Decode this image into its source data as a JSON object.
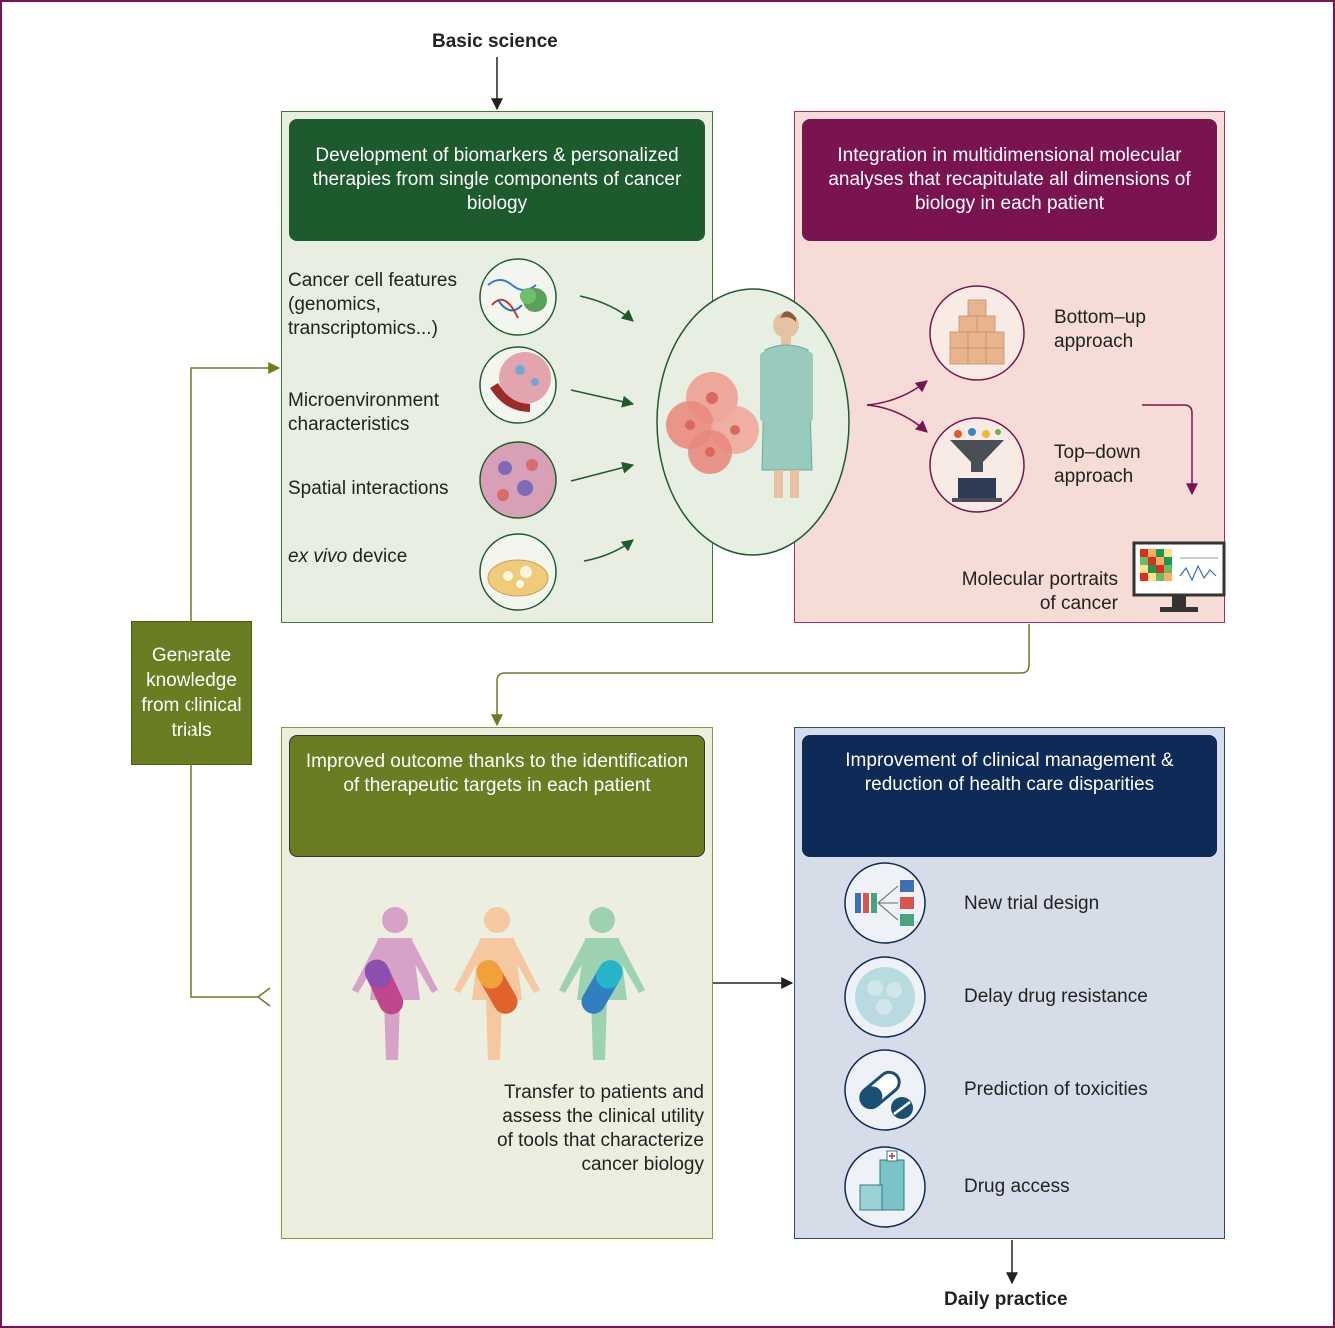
{
  "top_label": "Basic science",
  "bottom_label": "Daily practice",
  "side_box": "Generate knowledge from clinical trials",
  "panel_green": {
    "title": "Development of biomarkers & personalized therapies from single components of cancer biology",
    "items": [
      {
        "line1": "Cancer cell features",
        "line2": "(genomics,",
        "line3": "transcriptomics...)"
      },
      {
        "line1": "Microenvironment",
        "line2": "characteristics"
      },
      {
        "line1": "Spatial interactions"
      },
      {
        "italic": "ex vivo",
        "rest": " device"
      }
    ]
  },
  "panel_pink": {
    "title": "Integration in multidimensional molecular analyses that recapitulate all dimensions of biology in each patient",
    "bottom_up": [
      "Bottom–up",
      "approach"
    ],
    "top_down": [
      "Top–down",
      "approach"
    ],
    "portraits": [
      "Molecular portraits",
      "of cancer"
    ]
  },
  "panel_olive": {
    "title": "Improved outcome thanks to the identification of therapeutic targets in each patient",
    "transfer": [
      "Transfer to patients and",
      "assess the clinical utility",
      "of tools that characterize",
      "cancer biology"
    ]
  },
  "panel_blue": {
    "title": "Improvement of clinical management & reduction of health care disparities",
    "items": [
      "New trial design",
      "Delay drug resistance",
      "Prediction of toxicities",
      "Drug access"
    ]
  },
  "colors": {
    "green_dark": "#1d5a2e",
    "green_bg": "#e9eee2",
    "magenta": "#7a1450",
    "pink_bg": "#f5dcd6",
    "olive": "#6b7d23",
    "olive_bg": "#eceee0",
    "navy": "#0e2a57",
    "blue_bg": "#d7dde8"
  },
  "icons": [
    "dna-protein-icon",
    "blood-vessel-icon",
    "tissue-map-icon",
    "petri-dish-icon",
    "cancer-cells-icon",
    "patient-figure-icon",
    "stacked-blocks-icon",
    "funnel-laptop-icon",
    "heatmap-monitor-icon",
    "body-pill-icon",
    "patient-network-icon",
    "cell-cluster-icon",
    "pills-icon",
    "hospital-icon"
  ]
}
